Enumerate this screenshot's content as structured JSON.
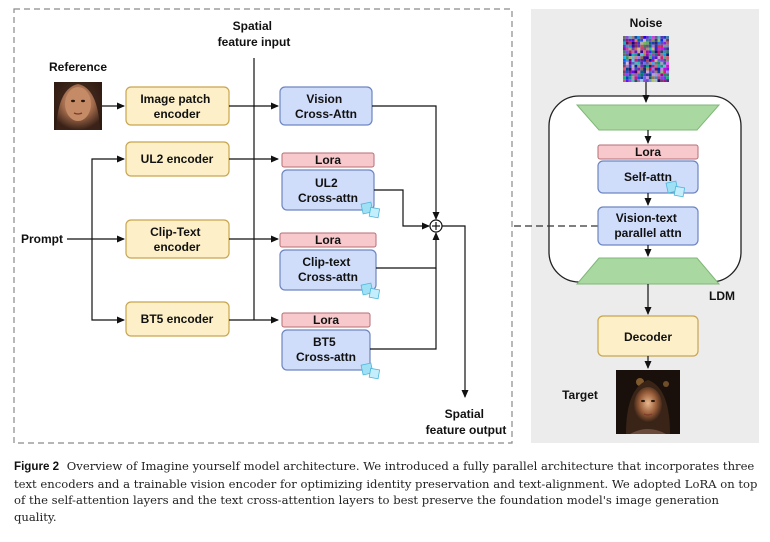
{
  "diagram": {
    "labels": {
      "spatial_input": [
        "Spatial",
        "feature input"
      ],
      "reference": "Reference",
      "prompt": "Prompt",
      "noise": "Noise",
      "ldm": "LDM",
      "target": "Target",
      "spatial_output": [
        "Spatial",
        "feature output"
      ]
    },
    "encoders": {
      "image_patch": [
        "Image patch",
        "encoder"
      ],
      "ul2": [
        "UL2 encoder"
      ],
      "clip_text": [
        "Clip-Text",
        "encoder"
      ],
      "bt5": [
        "BT5 encoder"
      ]
    },
    "attention": {
      "vision": [
        "Vision",
        "Cross-Attn"
      ],
      "ul2": [
        "UL2",
        "Cross-attn"
      ],
      "clip": [
        "Clip-text",
        "Cross-attn"
      ],
      "bt5": [
        "BT5",
        "Cross-attn"
      ]
    },
    "lora": "Lora",
    "ldm_blocks": {
      "self_attn": "Self-attn",
      "vision_text": [
        "Vision-text",
        "parallel attn"
      ],
      "decoder": "Decoder"
    },
    "colors": {
      "encoder_fill": "#fdf0c8",
      "encoder_stroke": "#c9a54e",
      "attn_fill": "#cfdcfa",
      "attn_stroke": "#6d86c2",
      "lora_fill": "#f7c9cc",
      "lora_stroke": "#b66e74",
      "trapezoid": "#a9d9a0",
      "ldm_panel": "#ececec"
    },
    "icons": [
      "photo-portrait-reference",
      "photo-portrait-target",
      "noise-image",
      "ice-cube-icon (frozen)"
    ]
  },
  "caption": {
    "label": "Figure 2",
    "text": "Overview of Imagine yourself model architecture. We introduced a fully parallel architecture that incorporates three text encoders and a trainable vision encoder for optimizing identity preservation and text-alignment. We adopted LoRA on top of the self-attention layers and the text cross-attention layers to best preserve the foundation model's image generation quality."
  }
}
